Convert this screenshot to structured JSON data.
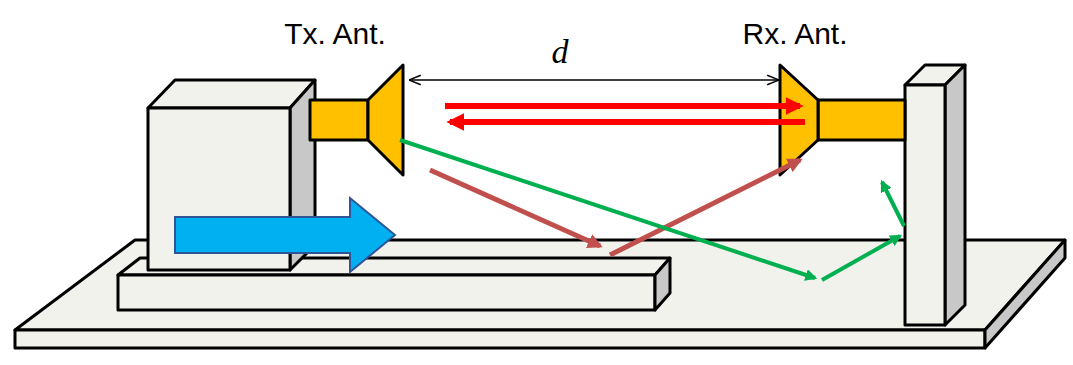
{
  "diagram": {
    "labels": [
      "Tx. Ant.",
      "Rx. Ant.",
      "d"
    ]
  }
}
